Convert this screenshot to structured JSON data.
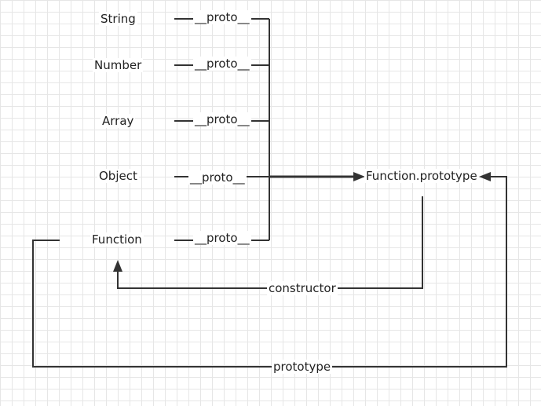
{
  "nodes": {
    "string": "String",
    "number": "Number",
    "array": "Array",
    "object": "Object",
    "function": "Function",
    "function_prototype": "Function.prototype"
  },
  "edges": {
    "proto_string": "__proto__",
    "proto_number": "__proto__",
    "proto_array": "__proto__",
    "proto_object": "__proto__",
    "proto_function": "__proto__",
    "constructor": "constructor",
    "prototype": "prototype"
  }
}
